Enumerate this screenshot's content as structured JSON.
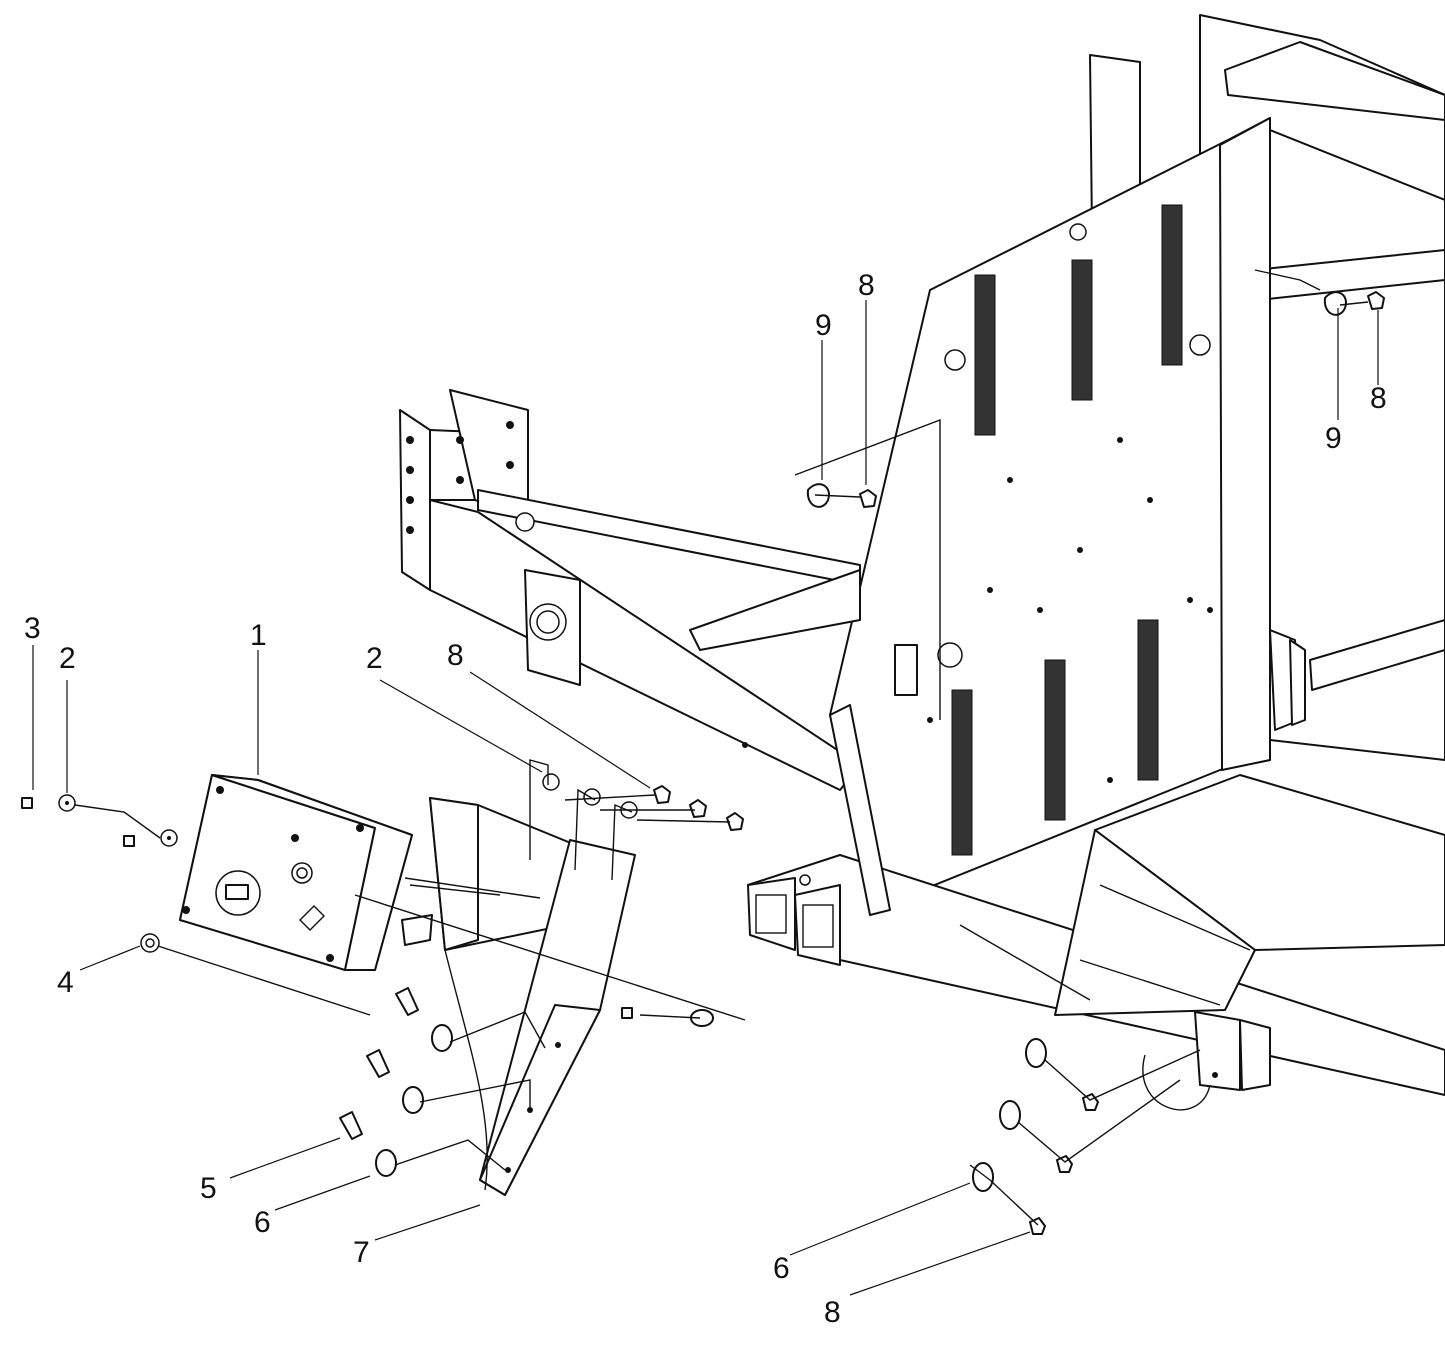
{
  "callouts": [
    {
      "id": "c3",
      "label": "3"
    },
    {
      "id": "c2a",
      "label": "2"
    },
    {
      "id": "c1",
      "label": "1"
    },
    {
      "id": "c2b",
      "label": "2"
    },
    {
      "id": "c8a",
      "label": "8"
    },
    {
      "id": "c4",
      "label": "4"
    },
    {
      "id": "c5",
      "label": "5"
    },
    {
      "id": "c6a",
      "label": "6"
    },
    {
      "id": "c7",
      "label": "7"
    },
    {
      "id": "c9a",
      "label": "9"
    },
    {
      "id": "c8b",
      "label": "8"
    },
    {
      "id": "c9b",
      "label": "9"
    },
    {
      "id": "c8c",
      "label": "8"
    },
    {
      "id": "c6b",
      "label": "6"
    },
    {
      "id": "c8d",
      "label": "8"
    }
  ],
  "colors": {
    "line": "#111111",
    "background": "#ffffff"
  }
}
